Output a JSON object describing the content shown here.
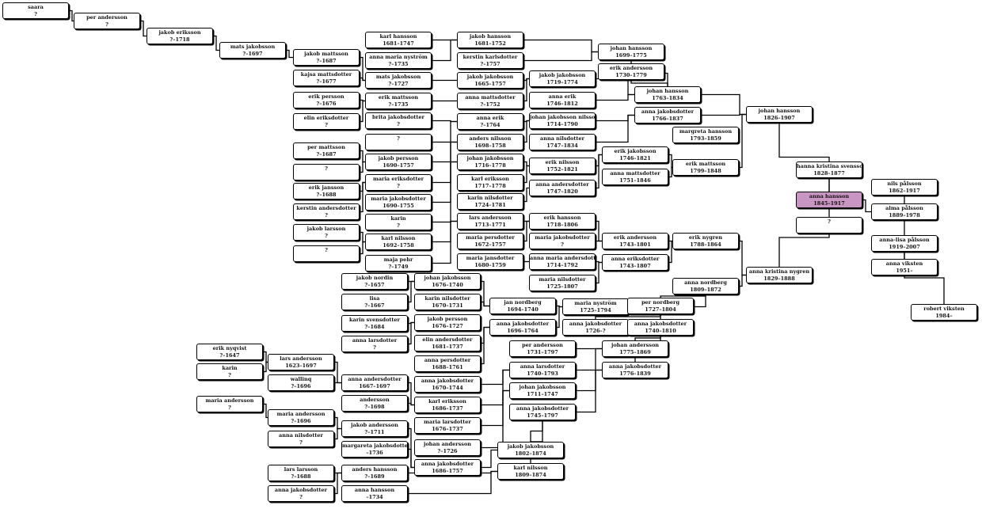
{
  "focus_id": 63,
  "colors": {
    "focus": "#c995c2",
    "box_border": "#000000",
    "line": "#000000"
  },
  "nodes": [
    {
      "id": 1,
      "name": "saara",
      "dates": "?"
    },
    {
      "id": 2,
      "name": "per andersson",
      "dates": "?"
    },
    {
      "id": 3,
      "name": "jakob eriksson",
      "dates": "?–1718"
    },
    {
      "id": 4,
      "name": "mats jakobsson",
      "dates": "?–1697"
    },
    {
      "id": 5,
      "name": "jakob mattsson",
      "dates": "?–1687"
    },
    {
      "id": 6,
      "name": "kajsa mattsdotter",
      "dates": "?–1677"
    },
    {
      "id": 7,
      "name": "erik persson",
      "dates": "?–1676"
    },
    {
      "id": 8,
      "name": "elin eriksdotter",
      "dates": "?"
    },
    {
      "id": 9,
      "name": "per mattsson",
      "dates": "?–1687"
    },
    {
      "id": 10,
      "name": "",
      "dates": "?"
    },
    {
      "id": 11,
      "name": "erik jansson",
      "dates": "?–1688"
    },
    {
      "id": 12,
      "name": "kerstin andersdotter",
      "dates": "?"
    },
    {
      "id": 13,
      "name": "jakob larsson",
      "dates": "?"
    },
    {
      "id": 14,
      "name": "",
      "dates": "?"
    },
    {
      "id": 15,
      "name": "karl hansson",
      "dates": "1681–1747"
    },
    {
      "id": 16,
      "name": "anna maria nyström",
      "dates": "?–1735"
    },
    {
      "id": 17,
      "name": "mats jakobsson",
      "dates": "?–1727"
    },
    {
      "id": 18,
      "name": "erik mattsson",
      "dates": "?–1735"
    },
    {
      "id": 19,
      "name": "brita jakobsdotter",
      "dates": "?"
    },
    {
      "id": 20,
      "name": "",
      "dates": "?"
    },
    {
      "id": 21,
      "name": "jakob persson",
      "dates": "1690–1757"
    },
    {
      "id": 22,
      "name": "maria eriksdotter",
      "dates": "?"
    },
    {
      "id": 23,
      "name": "maria jakobsdotter",
      "dates": "1690–1755"
    },
    {
      "id": 24,
      "name": "karin",
      "dates": "?"
    },
    {
      "id": 25,
      "name": "karl nilsson",
      "dates": "1692–1758"
    },
    {
      "id": 26,
      "name": "maja pehr",
      "dates": "?–1749"
    },
    {
      "id": 27,
      "name": "jakob hansson",
      "dates": "1681–1752"
    },
    {
      "id": 28,
      "name": "kerstin karlsdotter",
      "dates": "?–1757"
    },
    {
      "id": 29,
      "name": "jakob jakobsson",
      "dates": "1665–1757"
    },
    {
      "id": 30,
      "name": "anna mattsdotter",
      "dates": "?–1752"
    },
    {
      "id": 31,
      "name": "anna erik",
      "dates": "?–1764"
    },
    {
      "id": 32,
      "name": "anders nilsson",
      "dates": "1698–1758"
    },
    {
      "id": 33,
      "name": "johan jakobsson",
      "dates": "1716–1778"
    },
    {
      "id": 34,
      "name": "karl eriksson",
      "dates": "1717–1778"
    },
    {
      "id": 35,
      "name": "karin nilsdotter",
      "dates": "1724–1781"
    },
    {
      "id": 36,
      "name": "lars andersson",
      "dates": "1713–1771"
    },
    {
      "id": 37,
      "name": "maria persdotter",
      "dates": "1672–1757"
    },
    {
      "id": 38,
      "name": "maria jansdotter",
      "dates": "1680–1759"
    },
    {
      "id": 39,
      "name": "jakob jakobsson",
      "dates": "1719–1774"
    },
    {
      "id": 40,
      "name": "anna erik",
      "dates": "1746–1812"
    },
    {
      "id": 41,
      "name": "johan jakobsson nilsson",
      "dates": "1714–1790"
    },
    {
      "id": 42,
      "name": "anna nilsdotter",
      "dates": "1747–1834"
    },
    {
      "id": 43,
      "name": "erik nilsson",
      "dates": "1752–1821"
    },
    {
      "id": 44,
      "name": "anna andersdotter",
      "dates": "1747–1820"
    },
    {
      "id": 45,
      "name": "erik hansson",
      "dates": "1718–1806"
    },
    {
      "id": 46,
      "name": "maria jakobsdotter",
      "dates": "?"
    },
    {
      "id": 47,
      "name": "anna maria andersdotter",
      "dates": "1714–1792"
    },
    {
      "id": 48,
      "name": "maria nilsdotter",
      "dates": "1725–1807"
    },
    {
      "id": 49,
      "name": "johan hansson",
      "dates": "1699–1775"
    },
    {
      "id": 50,
      "name": "erik andersson",
      "dates": "1730–1779"
    },
    {
      "id": 51,
      "name": "erik jakobsson",
      "dates": "1746–1821"
    },
    {
      "id": 52,
      "name": "anna mattsdotter",
      "dates": "1751–1846"
    },
    {
      "id": 53,
      "name": "erik andersson",
      "dates": "1743–1801"
    },
    {
      "id": 54,
      "name": "anna eriksdotter",
      "dates": "1743–1807"
    },
    {
      "id": 55,
      "name": "johan hansson",
      "dates": "1763–1834"
    },
    {
      "id": 56,
      "name": "anna jakobsdotter",
      "dates": "1766–1837"
    },
    {
      "id": 57,
      "name": "margreta hansson",
      "dates": "1793–1859"
    },
    {
      "id": 58,
      "name": "erik mattsson",
      "dates": "1799–1848"
    },
    {
      "id": 59,
      "name": "erik nygren",
      "dates": "1788–1864"
    },
    {
      "id": 60,
      "name": "anna nordberg",
      "dates": "1809–1872"
    },
    {
      "id": 61,
      "name": "johan hansson",
      "dates": "1826–1907"
    },
    {
      "id": 62,
      "name": "hanna kristina svensson",
      "dates": "1828–1877"
    },
    {
      "id": 63,
      "name": "anna hansson",
      "dates": "1845–1917"
    },
    {
      "id": 64,
      "name": "",
      "dates": "?"
    },
    {
      "id": 65,
      "name": "anna kristina nygren",
      "dates": "1829–1888"
    },
    {
      "id": 66,
      "name": "nils pålsson",
      "dates": "1862–1917"
    },
    {
      "id": 67,
      "name": "alma pålsson",
      "dates": "1889–1978"
    },
    {
      "id": 68,
      "name": "anna-lisa pålsson",
      "dates": "1919–2007"
    },
    {
      "id": 69,
      "name": "anna viksten",
      "dates": "1951–"
    },
    {
      "id": 70,
      "name": "robert viksten",
      "dates": "1984–"
    },
    {
      "id": 71,
      "name": "jakob nordin",
      "dates": "?–1657"
    },
    {
      "id": 72,
      "name": "lisa",
      "dates": "?–1667"
    },
    {
      "id": 73,
      "name": "karin svensdotter",
      "dates": "?–1684"
    },
    {
      "id": 74,
      "name": "anna larsdotter",
      "dates": "?"
    },
    {
      "id": 75,
      "name": "johan jakobsson",
      "dates": "1676–1740"
    },
    {
      "id": 76,
      "name": "karin nilsdotter",
      "dates": "1670–1731"
    },
    {
      "id": 77,
      "name": "jakob persson",
      "dates": "1676–1727"
    },
    {
      "id": 78,
      "name": "elin andersdotter",
      "dates": "1681–1737"
    },
    {
      "id": 79,
      "name": "anna persdotter",
      "dates": "1688–1761"
    },
    {
      "id": 80,
      "name": "anna jakobsdotter",
      "dates": "1670–1744"
    },
    {
      "id": 81,
      "name": "karl eriksson",
      "dates": "1686–1737"
    },
    {
      "id": 82,
      "name": "maria larsdotter",
      "dates": "1676–1737"
    },
    {
      "id": 83,
      "name": "johan andersson",
      "dates": "?–1726"
    },
    {
      "id": 84,
      "name": "anna jakobsdotter",
      "dates": "1686–1757"
    },
    {
      "id": 85,
      "name": "jan nordberg",
      "dates": "1694–1740"
    },
    {
      "id": 86,
      "name": "anna jakobsdotter",
      "dates": "1696–1764"
    },
    {
      "id": 87,
      "name": "maria nyström",
      "dates": "1725–1794"
    },
    {
      "id": 88,
      "name": "anna jakobsdotter",
      "dates": "1726–?"
    },
    {
      "id": 89,
      "name": "per nordberg",
      "dates": "1727–1804"
    },
    {
      "id": 90,
      "name": "anna jakobsdotter",
      "dates": "1740–1810"
    },
    {
      "id": 91,
      "name": "per andersson",
      "dates": "1731–1797"
    },
    {
      "id": 92,
      "name": "anna larsdotter",
      "dates": "1740–1793"
    },
    {
      "id": 93,
      "name": "johan jakobsson",
      "dates": "1711–1747"
    },
    {
      "id": 94,
      "name": "anna jakobsdotter",
      "dates": "1745–1797"
    },
    {
      "id": 95,
      "name": "johan andersson",
      "dates": "1775–1869"
    },
    {
      "id": 96,
      "name": "anna jakobsdotter",
      "dates": "1776–1839"
    },
    {
      "id": 97,
      "name": "jakob jakobsson",
      "dates": "1802–1874"
    },
    {
      "id": 98,
      "name": "karl nilsson",
      "dates": "1809–1874"
    },
    {
      "id": 99,
      "name": "erik nyqvist",
      "dates": "?–1647"
    },
    {
      "id": 100,
      "name": "karin",
      "dates": "?"
    },
    {
      "id": 101,
      "name": "maria andersson",
      "dates": "?"
    },
    {
      "id": 102,
      "name": "lars andersson",
      "dates": "1623–1697"
    },
    {
      "id": 103,
      "name": "wallinq",
      "dates": "?–1696"
    },
    {
      "id": 104,
      "name": "maria andersson",
      "dates": "?–1696"
    },
    {
      "id": 105,
      "name": "anna nilsdotter",
      "dates": "?"
    },
    {
      "id": 106,
      "name": "lars larsson",
      "dates": "?–1688"
    },
    {
      "id": 107,
      "name": "anna jakobsdotter",
      "dates": "?"
    },
    {
      "id": 108,
      "name": "anna andersdotter",
      "dates": "1667–1697"
    },
    {
      "id": 109,
      "name": "andersson",
      "dates": "?–1698"
    },
    {
      "id": 110,
      "name": "jakob andersson",
      "dates": "?–1711"
    },
    {
      "id": 111,
      "name": "margareta jakobsdotter",
      "dates": "–1736"
    },
    {
      "id": 112,
      "name": "anders hansson",
      "dates": "?–1689"
    },
    {
      "id": 113,
      "name": "anna hansson",
      "dates": "–1734"
    }
  ],
  "links": [
    [
      1,
      2
    ],
    [
      2,
      3
    ],
    [
      3,
      4
    ],
    [
      4,
      5
    ],
    [
      5,
      17
    ],
    [
      6,
      17
    ],
    [
      7,
      18
    ],
    [
      8,
      18
    ],
    [
      9,
      21
    ],
    [
      10,
      21
    ],
    [
      11,
      22
    ],
    [
      12,
      22
    ],
    [
      13,
      25
    ],
    [
      14,
      25
    ],
    [
      15,
      27
    ],
    [
      16,
      27
    ],
    [
      17,
      29
    ],
    [
      18,
      30
    ],
    [
      19,
      31
    ],
    [
      20,
      31
    ],
    [
      21,
      32
    ],
    [
      22,
      32
    ],
    [
      23,
      33
    ],
    [
      24,
      33
    ],
    [
      25,
      36
    ],
    [
      26,
      36
    ],
    [
      27,
      49
    ],
    [
      28,
      49
    ],
    [
      29,
      39
    ],
    [
      30,
      39
    ],
    [
      31,
      41
    ],
    [
      32,
      41
    ],
    [
      33,
      43
    ],
    [
      34,
      43
    ],
    [
      35,
      44
    ],
    [
      36,
      45
    ],
    [
      37,
      45
    ],
    [
      38,
      47
    ],
    [
      39,
      55
    ],
    [
      40,
      55
    ],
    [
      41,
      56
    ],
    [
      42,
      56
    ],
    [
      43,
      51
    ],
    [
      44,
      51
    ],
    [
      45,
      53
    ],
    [
      46,
      53
    ],
    [
      47,
      54
    ],
    [
      48,
      54
    ],
    [
      49,
      55
    ],
    [
      50,
      55
    ],
    [
      55,
      61
    ],
    [
      56,
      61
    ],
    [
      51,
      58
    ],
    [
      52,
      58
    ],
    [
      58,
      61
    ],
    [
      53,
      59
    ],
    [
      54,
      59
    ],
    [
      59,
      65
    ],
    [
      60,
      65
    ],
    [
      61,
      63
    ],
    [
      65,
      63
    ],
    [
      62,
      63
    ],
    [
      63,
      67
    ],
    [
      66,
      67
    ],
    [
      67,
      68
    ],
    [
      68,
      69
    ],
    [
      68,
      70
    ],
    [
      71,
      75
    ],
    [
      72,
      75
    ],
    [
      73,
      77
    ],
    [
      74,
      77
    ],
    [
      75,
      85
    ],
    [
      76,
      85
    ],
    [
      85,
      87
    ],
    [
      86,
      87
    ],
    [
      87,
      89
    ],
    [
      88,
      89
    ],
    [
      89,
      60
    ],
    [
      90,
      60
    ],
    [
      91,
      95
    ],
    [
      92,
      95
    ],
    [
      93,
      96
    ],
    [
      94,
      96
    ],
    [
      95,
      90
    ],
    [
      96,
      90
    ],
    [
      97,
      94
    ],
    [
      98,
      94
    ],
    [
      99,
      102
    ],
    [
      100,
      102
    ],
    [
      101,
      104
    ],
    [
      102,
      108
    ],
    [
      103,
      108
    ],
    [
      104,
      110
    ],
    [
      105,
      110
    ],
    [
      106,
      112
    ],
    [
      107,
      112
    ],
    [
      108,
      81
    ],
    [
      109,
      81
    ],
    [
      110,
      84
    ],
    [
      111,
      84
    ],
    [
      112,
      98
    ],
    [
      113,
      98
    ],
    [
      78,
      86
    ],
    [
      79,
      86
    ],
    [
      80,
      92
    ],
    [
      81,
      92
    ],
    [
      82,
      93
    ],
    [
      83,
      93
    ],
    [
      84,
      97
    ]
  ]
}
